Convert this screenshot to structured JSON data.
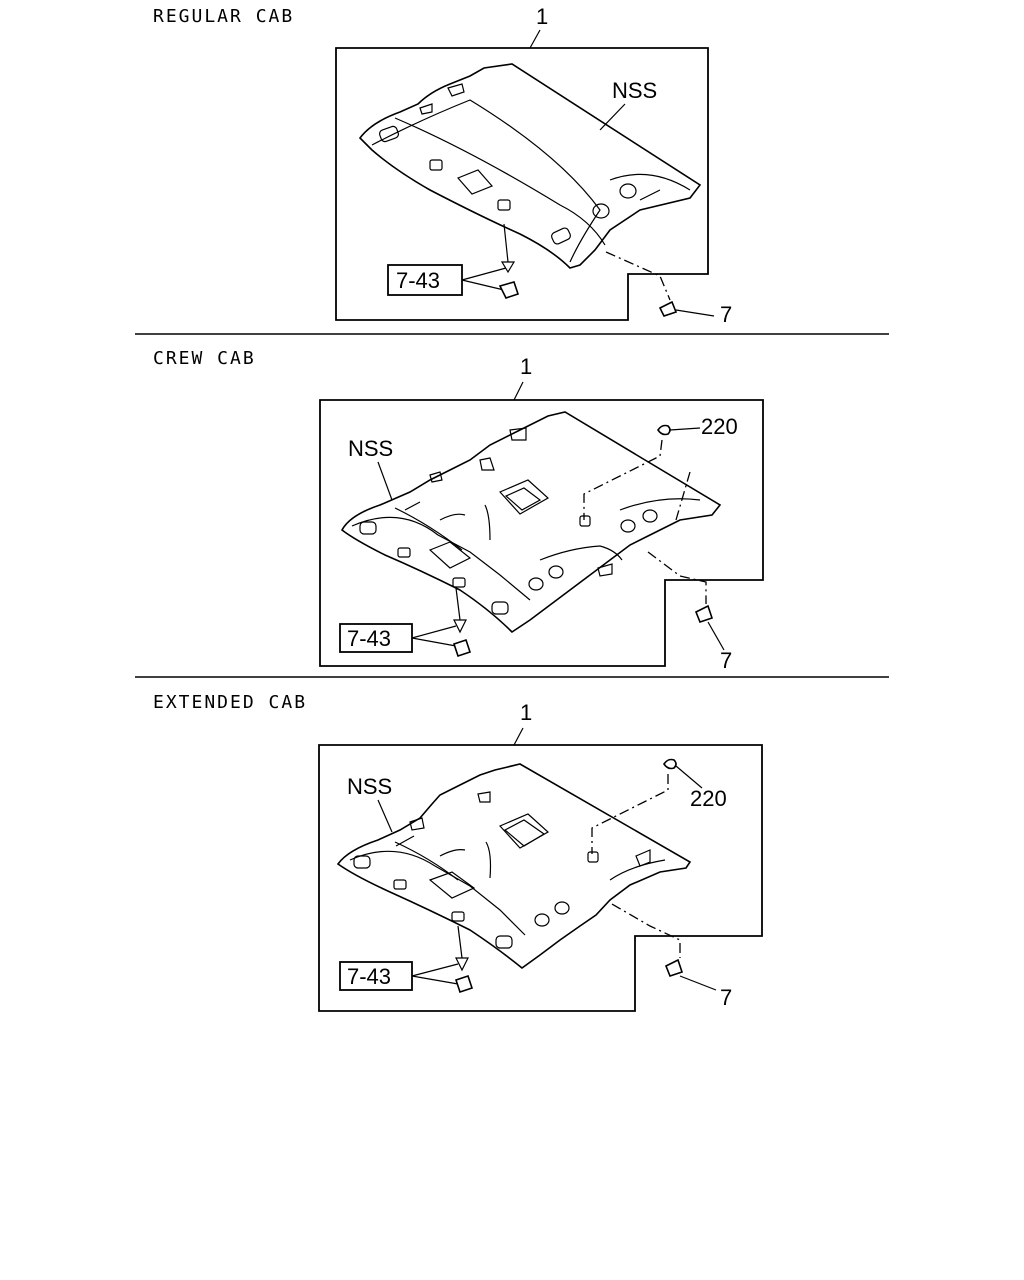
{
  "sections": [
    {
      "title": "REGULAR CAB",
      "part_label": "1",
      "nss_label": "NSS",
      "ref_label": "7-43",
      "screw_label": "7"
    },
    {
      "title": "CREW CAB",
      "part_label": "1",
      "nss_label": "NSS",
      "ref_label": "7-43",
      "screw_label": "7",
      "clip_label": "220"
    },
    {
      "title": "EXTENDED CAB",
      "part_label": "1",
      "nss_label": "NSS",
      "ref_label": "7-43",
      "screw_label": "7",
      "clip_label": "220"
    }
  ]
}
